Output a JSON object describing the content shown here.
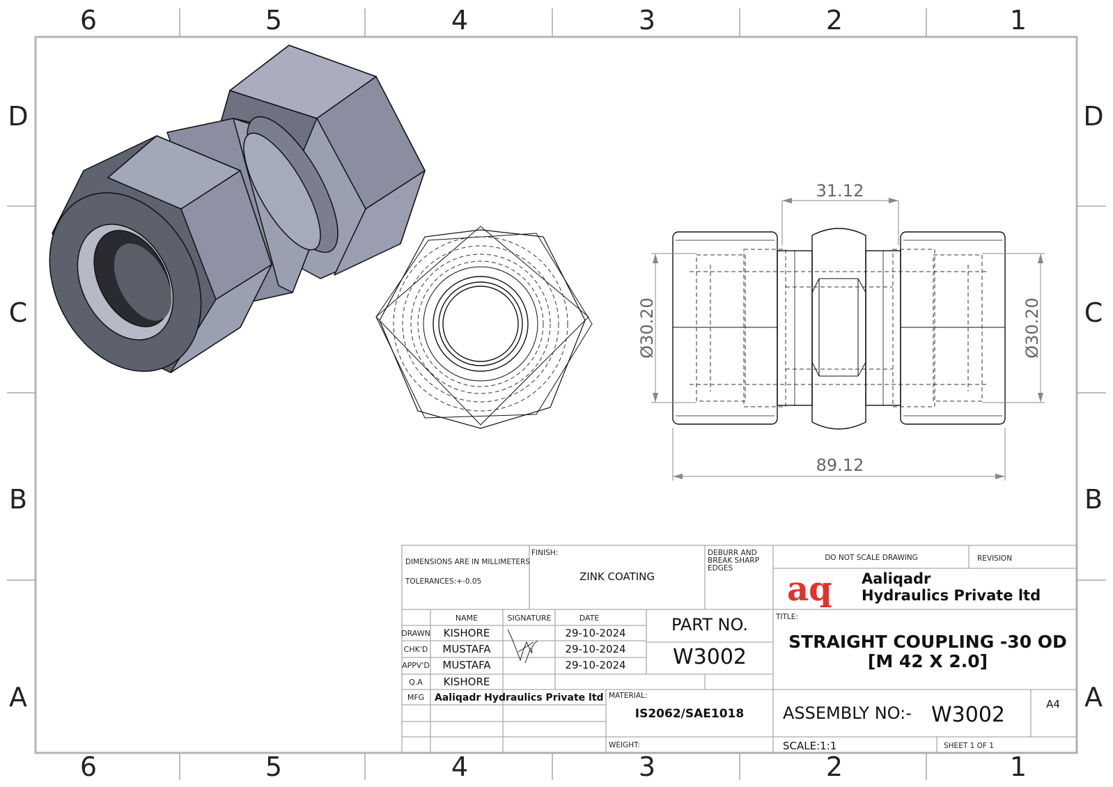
{
  "zones": {
    "columns": [
      "6",
      "5",
      "4",
      "3",
      "2",
      "1"
    ],
    "rows": [
      "D",
      "C",
      "B",
      "A"
    ]
  },
  "dimensions": {
    "hex_width": "31.12",
    "overall_length": "89.12",
    "diameter_left": "Ø30.20",
    "diameter_right": "Ø30.20"
  },
  "title_block": {
    "dimensions_note": "DIMENSIONS ARE IN MILLIMETERS",
    "tolerances": "TOLERANCES:+-0.05",
    "finish_label": "FINISH:",
    "finish_value": "ZINK COATING",
    "deburr_line1": "DEBURR AND",
    "deburr_line2": "BREAK SHARP",
    "deburr_line3": "EDGES",
    "do_not_scale": "DO NOT SCALE DRAWING",
    "revision_label": "REVISION",
    "company_line1": "Aaliqadr",
    "company_line2": "Hydraulics Private ltd",
    "logo_text": "aq",
    "col_name": "NAME",
    "col_signature": "SIGNATURE",
    "col_date": "DATE",
    "rows": [
      {
        "role": "DRAWN",
        "name": "KISHORE",
        "date": "29-10-2024"
      },
      {
        "role": "CHK'D",
        "name": "MUSTAFA",
        "date": "29-10-2024"
      },
      {
        "role": "APPV'D",
        "name": "MUSTAFA",
        "date": "29-10-2024"
      },
      {
        "role": "Q.A",
        "name": "KISHORE",
        "date": ""
      },
      {
        "role": "MFG",
        "name": "Aaliqadr Hydraulics Private ltd",
        "date": ""
      }
    ],
    "part_no_label": "PART NO.",
    "part_no_value": "W3002",
    "title_label": "TITLE:",
    "title_line1": "STRAIGHT COUPLING -30 OD",
    "title_line2": "[M 42 X 2.0]",
    "material_label": "MATERIAL:",
    "material_value": "IS2062/SAE1018",
    "weight_label": "WEIGHT:",
    "assembly_label": "ASSEMBLY NO:-",
    "assembly_value": "W3002",
    "sheet_size": "A4",
    "scale": "SCALE:1:1",
    "sheet": "SHEET 1 OF 1"
  },
  "colors": {
    "body_light": "#9ba0b1",
    "body_mid": "#868a9c",
    "body_dark": "#5f636f",
    "bore_dark": "#2a2b30",
    "logo_red": "#e8302a",
    "border_gray": "#999999"
  }
}
